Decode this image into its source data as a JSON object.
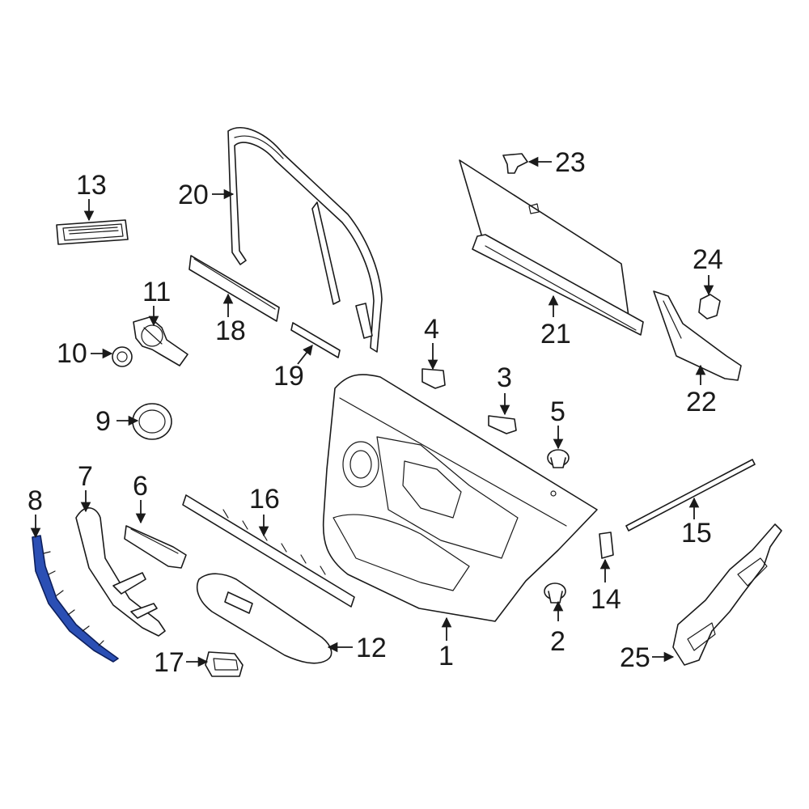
{
  "diagram": {
    "highlight_color": "#2b4fb4",
    "line_color": "#1a1a1a",
    "callouts": {
      "c1": "1",
      "c2": "2",
      "c3": "3",
      "c4": "4",
      "c5": "5",
      "c6": "6",
      "c7": "7",
      "c8": "8",
      "c9": "9",
      "c10": "10",
      "c11": "11",
      "c12": "12",
      "c13": "13",
      "c14": "14",
      "c15": "15",
      "c16": "16",
      "c17": "17",
      "c18": "18",
      "c19": "19",
      "c20": "20",
      "c21": "21",
      "c22": "22",
      "c23": "23",
      "c24": "24",
      "c25": "25"
    },
    "highlighted_part": "8"
  }
}
